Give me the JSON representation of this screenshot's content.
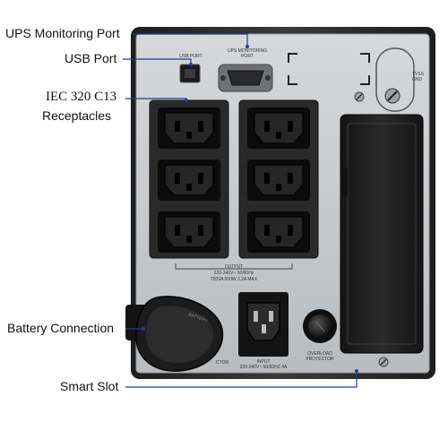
{
  "callouts": {
    "ups_monitoring_port": "UPS Monitoring Port",
    "usb_port": "USB Port",
    "iec_line1": "IEC 320 C13",
    "iec_line2": "Receptacles",
    "battery_connection": "Battery Connection",
    "smart_slot": "Smart Slot"
  },
  "panel_labels": {
    "usb_port": "USB PORT",
    "ups_monitoring_line1": "UPS MONITORING",
    "ups_monitoring_line2": "PORT",
    "tvss_line1": "TVSS",
    "tvss_line2": "GND",
    "output_line1": "OUTPUT",
    "output_line2": "220-240V~ 50/60Hz",
    "output_line3": "750VA 500W 3.2A MAX",
    "input_line1": "INPUT",
    "input_line2": "220-240V~ 50/60HZ 4A",
    "overload_line1": "OVERLOAD",
    "overload_line2": "PROTECTOR",
    "battery_label": "BATTERY",
    "connector_partial": "CTOR"
  },
  "colors": {
    "leader_line": "#1a3fa0",
    "case_outer": "#2b2b2b",
    "panel_face": "#c9cccf",
    "receptacle": "#1c1c1c"
  },
  "icons": {
    "ground_screw": "screw-icon",
    "battery_plug": "battery-plug-icon"
  }
}
